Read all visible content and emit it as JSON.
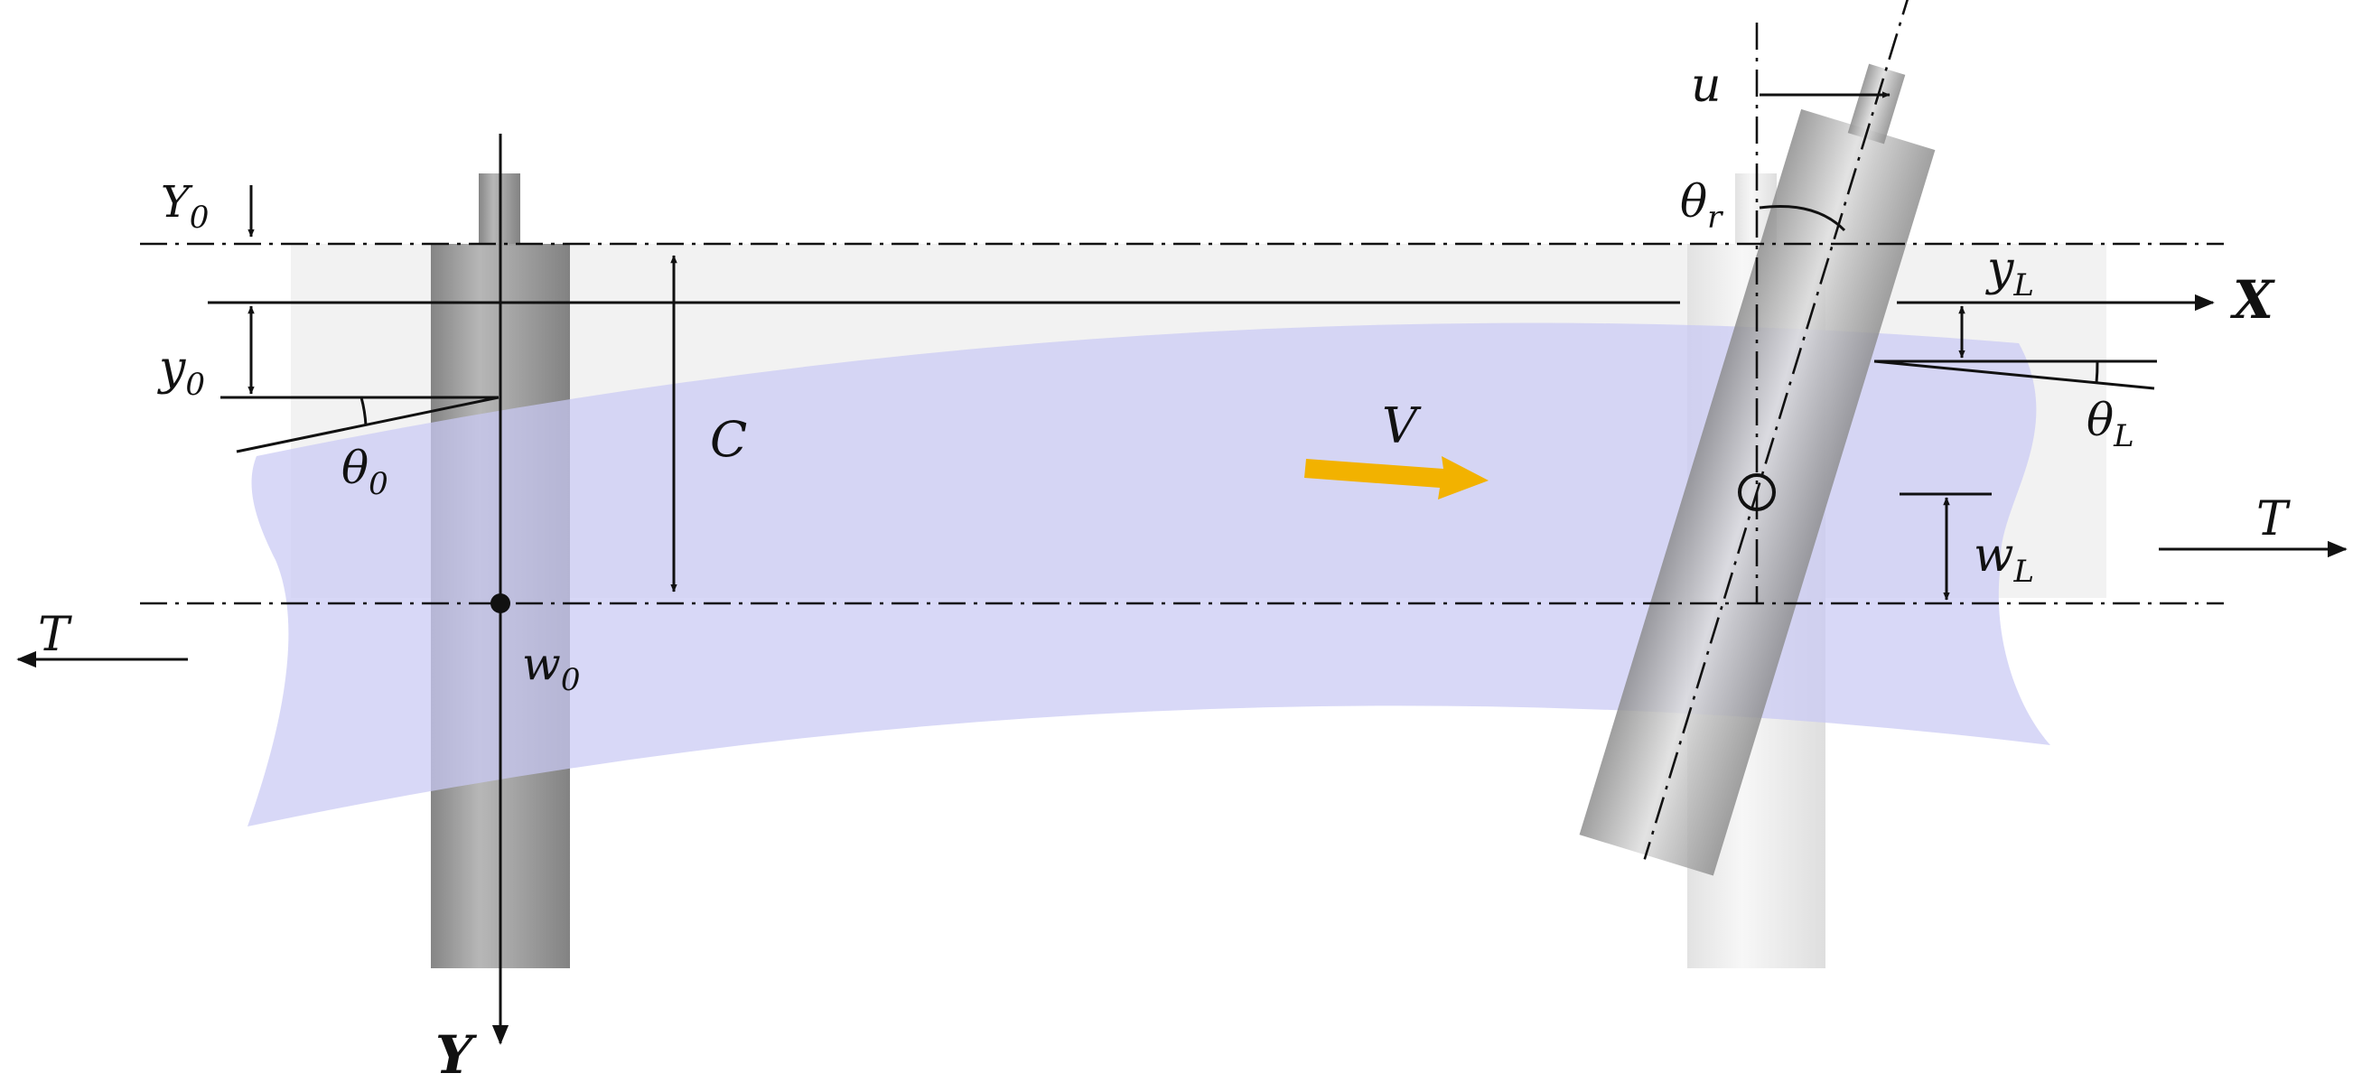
{
  "labels": {
    "Y0": {
      "main": "Y",
      "sub": "0"
    },
    "y0": {
      "main": "y",
      "sub": "0"
    },
    "theta0": {
      "main": "θ",
      "sub": "0"
    },
    "w0": {
      "main": "w",
      "sub": "0"
    },
    "C": {
      "main": "C"
    },
    "V": {
      "main": "V"
    },
    "T_left": {
      "main": "T"
    },
    "T_right": {
      "main": "T"
    },
    "u": {
      "main": "u"
    },
    "theta_r": {
      "main": "θ",
      "sub": "r"
    },
    "yL": {
      "main": "y",
      "sub": "L"
    },
    "thetaL": {
      "main": "θ",
      "sub": "L"
    },
    "wL": {
      "main": "w",
      "sub": "L"
    },
    "X_axis": {
      "main": "X"
    },
    "Y_axis": {
      "main": "Y"
    }
  },
  "colors": {
    "web": "#c9c9f4",
    "velocity_arrow": "#f2b200",
    "roller_left": "#9a9a9a",
    "roller_right_ghost": "#e6e6e6",
    "roller_right_tilted": "#a8a8a8",
    "lines": "#111111"
  },
  "roller_tilt_deg": 17
}
